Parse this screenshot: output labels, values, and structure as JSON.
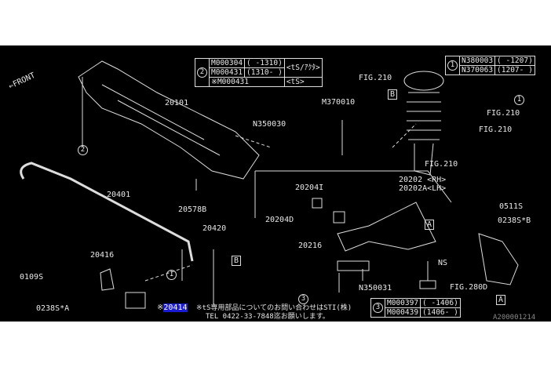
{
  "front_label": "FRONT",
  "table2": {
    "ref": "2",
    "rows": [
      [
        "M000304",
        "( -1310)"
      ],
      [
        "M000431",
        "(1310- )"
      ]
    ],
    "note": "<tS/ｱｸﾀ>",
    "star_row": [
      "※M000431",
      "<tS>"
    ]
  },
  "table1": {
    "ref": "1",
    "rows": [
      [
        "N380003",
        "( -1207)"
      ],
      [
        "N370063",
        "(1207- )"
      ]
    ]
  },
  "table3": {
    "ref": "3",
    "rows": [
      [
        "M000397",
        "( -1406)"
      ],
      [
        "M000439",
        "(1406- )"
      ]
    ]
  },
  "labels": {
    "p20101": "20101",
    "n350030": "N350030",
    "m370010": "M370010",
    "fig210a": "FIG.210",
    "fig210b": "FIG.210",
    "fig210c": "FIG.210",
    "fig210d": "FIG.210",
    "ref1a": "1",
    "ref1b": "1",
    "ref2": "2",
    "ref3": "3",
    "boxB1": "B",
    "boxB2": "B",
    "boxA1": "A",
    "boxA2": "A",
    "p20401": "20401",
    "p20578b": "20578B",
    "p20204i": "20204I",
    "p20204d": "20204D",
    "p20202": "20202 <RH>",
    "p20202a": "20202A<LH>",
    "p0511s": "0511S",
    "p0238sb": "0238S*B",
    "p20420": "20420",
    "p20416": "20416",
    "p20216": "20216",
    "p0109s": "0109S",
    "p0238sa": "0238S*A",
    "ns": "NS",
    "n350031": "N350031",
    "fig280d": "FIG.280D",
    "p20414_prefix": "※",
    "p20414": "20414",
    "note1": "※tS専用部品についてのお問い合わせはSTI(株)",
    "note2": "TEL 0422-33-7848迄お願いします。",
    "diagram_id": "A200001214"
  }
}
